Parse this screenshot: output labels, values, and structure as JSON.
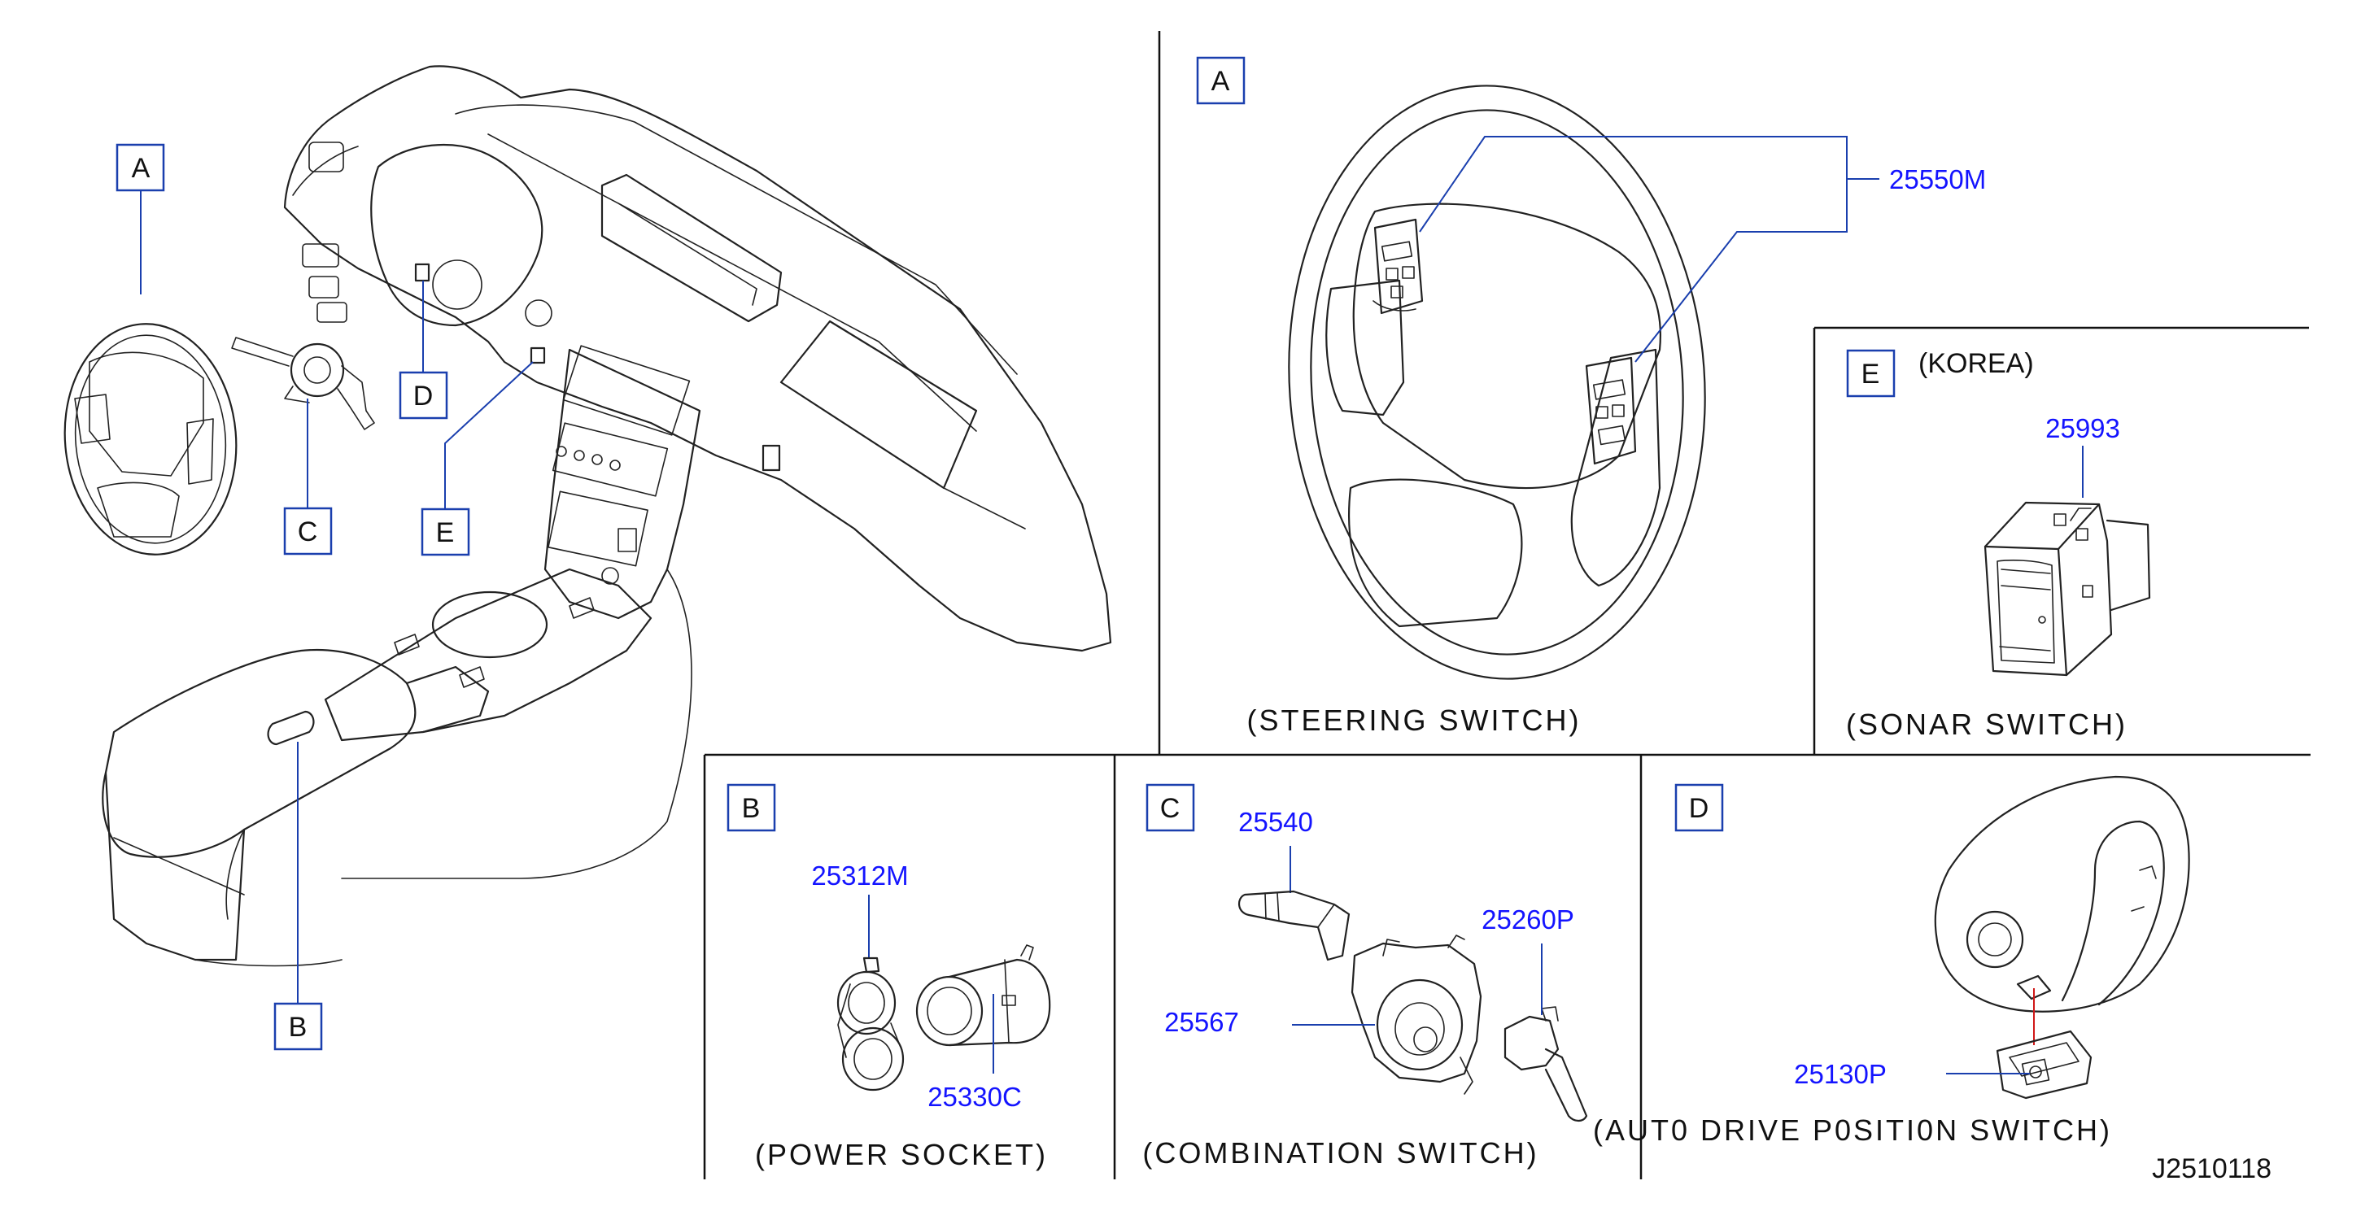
{
  "diagram": {
    "callouts": {
      "overview": [
        "A",
        "B",
        "C",
        "D",
        "E"
      ],
      "steering": "A",
      "sonar": "E",
      "power_socket": "B",
      "combination": "C",
      "auto_drive": "D"
    },
    "steering_switch": {
      "parts": [
        "25550M"
      ],
      "caption": "(STEERING  SWITCH)"
    },
    "sonar_switch": {
      "region_note": "(KOREA)",
      "parts": [
        "25993"
      ],
      "caption": "(SONAR  SWITCH)"
    },
    "power_socket": {
      "parts": [
        "25312M",
        "25330C"
      ],
      "caption": "(POWER  SOCKET)"
    },
    "combination_switch": {
      "parts": [
        "25540",
        "25260P",
        "25567"
      ],
      "caption": "(COMBINATION  SWITCH)"
    },
    "auto_drive_position_switch": {
      "parts": [
        "25130P"
      ],
      "caption": "(AUT0  DRIVE  P0SITI0N  SWITCH)"
    },
    "figure_code": "J2510118"
  },
  "colors": {
    "part_number": "#1414ff",
    "callout_box": "#1a3fae",
    "line_art": "#222222",
    "highlight_leader": "#d01818"
  }
}
